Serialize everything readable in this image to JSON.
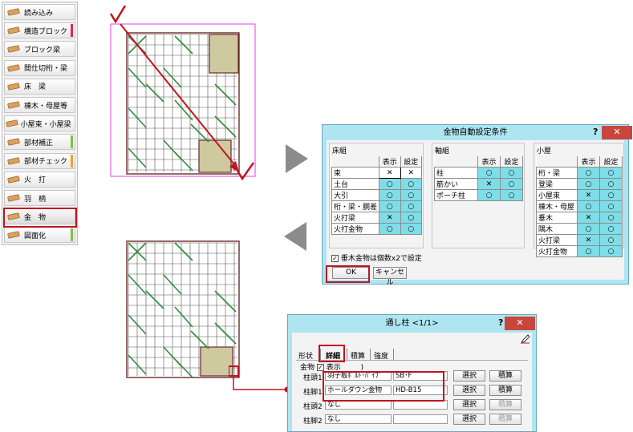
{
  "toolbar": {
    "items": [
      {
        "label": "読み込み",
        "icon": "import-icon"
      },
      {
        "label": "構造ブロック",
        "icon": "structure-block-icon"
      },
      {
        "label": "ブロック梁",
        "icon": "block-beam-icon"
      },
      {
        "label": "間仕切桁・梁",
        "icon": "partition-beam-icon"
      },
      {
        "label": "床　梁",
        "icon": "floor-beam-icon"
      },
      {
        "label": "棟木・母屋等",
        "icon": "ridge-beam-icon"
      },
      {
        "label": "小屋束・小屋梁",
        "icon": "roof-strut-icon"
      },
      {
        "label": "部材補正",
        "icon": "member-correction-icon"
      },
      {
        "label": "部材チェック",
        "icon": "member-check-icon"
      },
      {
        "label": "火　打",
        "icon": "brace-icon"
      },
      {
        "label": "羽　柄",
        "icon": "secondary-member-icon"
      },
      {
        "label": "金　物",
        "icon": "hardware-icon"
      },
      {
        "label": "図面化",
        "icon": "drawing-icon"
      }
    ]
  },
  "dialog1": {
    "title": "金物自動設定条件",
    "help": "?",
    "close": "✕",
    "col_show": "表示",
    "col_set": "設定",
    "groups": [
      {
        "title": "床組",
        "rows": [
          {
            "name": "束",
            "show": "✕",
            "set": "✕"
          },
          {
            "name": "土台",
            "show": "○",
            "set": "○"
          },
          {
            "name": "大引",
            "show": "○",
            "set": "○"
          },
          {
            "name": "桁・梁・胴差",
            "show": "○",
            "set": "○"
          },
          {
            "name": "火打梁",
            "show": "✕",
            "set": "○"
          },
          {
            "name": "火打金物",
            "show": "○",
            "set": "○"
          }
        ]
      },
      {
        "title": "軸組",
        "rows": [
          {
            "name": "柱",
            "show": "○",
            "set": "○"
          },
          {
            "name": "筋かい",
            "show": "✕",
            "set": "○"
          },
          {
            "name": "ポーチ柱",
            "show": "○",
            "set": "○"
          }
        ]
      },
      {
        "title": "小屋",
        "rows": [
          {
            "name": "桁・梁",
            "show": "○",
            "set": "○"
          },
          {
            "name": "登梁",
            "show": "○",
            "set": "○"
          },
          {
            "name": "小屋束",
            "show": "✕",
            "set": "○"
          },
          {
            "name": "棟木・母屋",
            "show": "○",
            "set": "○"
          },
          {
            "name": "垂木",
            "show": "✕",
            "set": "○"
          },
          {
            "name": "隅木",
            "show": "○",
            "set": "○"
          },
          {
            "name": "火打梁",
            "show": "✕",
            "set": "○"
          },
          {
            "name": "火打金物",
            "show": "○",
            "set": "○"
          }
        ]
      }
    ],
    "checkbox_label": "垂木金物は個数x2で設定",
    "checkbox_mark": "✓",
    "ok": "OK",
    "cancel": "キャンセル"
  },
  "dialog2": {
    "title": "通し柱  <1/1>",
    "help": "?",
    "close": "✕",
    "tabs": [
      "形状",
      "詳細",
      "積算",
      "強度"
    ],
    "group_label": "金物",
    "show_label": "表示",
    "show_mark": "✓",
    "rows": [
      {
        "label": "柱頭1",
        "name": "羽子板ﾎﾞﾙﾄ･ﾊﾟｲﾌﾟ",
        "code": "SB･F",
        "select": "選択",
        "calc": "積算"
      },
      {
        "label": "柱脚1",
        "name": "ホールダウン金物",
        "code": "HD-B15",
        "select": "選択",
        "calc": "積算"
      },
      {
        "label": "柱頭2",
        "name": "なし",
        "code": "",
        "select": "選択",
        "calc": "積算"
      },
      {
        "label": "柱脚2",
        "name": "なし",
        "code": "",
        "select": "選択",
        "calc": "積算"
      }
    ]
  },
  "colors": {
    "accent_red": "#c0141e",
    "dialog_frame": "#aee5f1",
    "cell_cyan": "#7fdde8",
    "close_red": "#c9463d",
    "beam_green": "#2e8b3a",
    "plan_magenta": "#e040e0"
  }
}
